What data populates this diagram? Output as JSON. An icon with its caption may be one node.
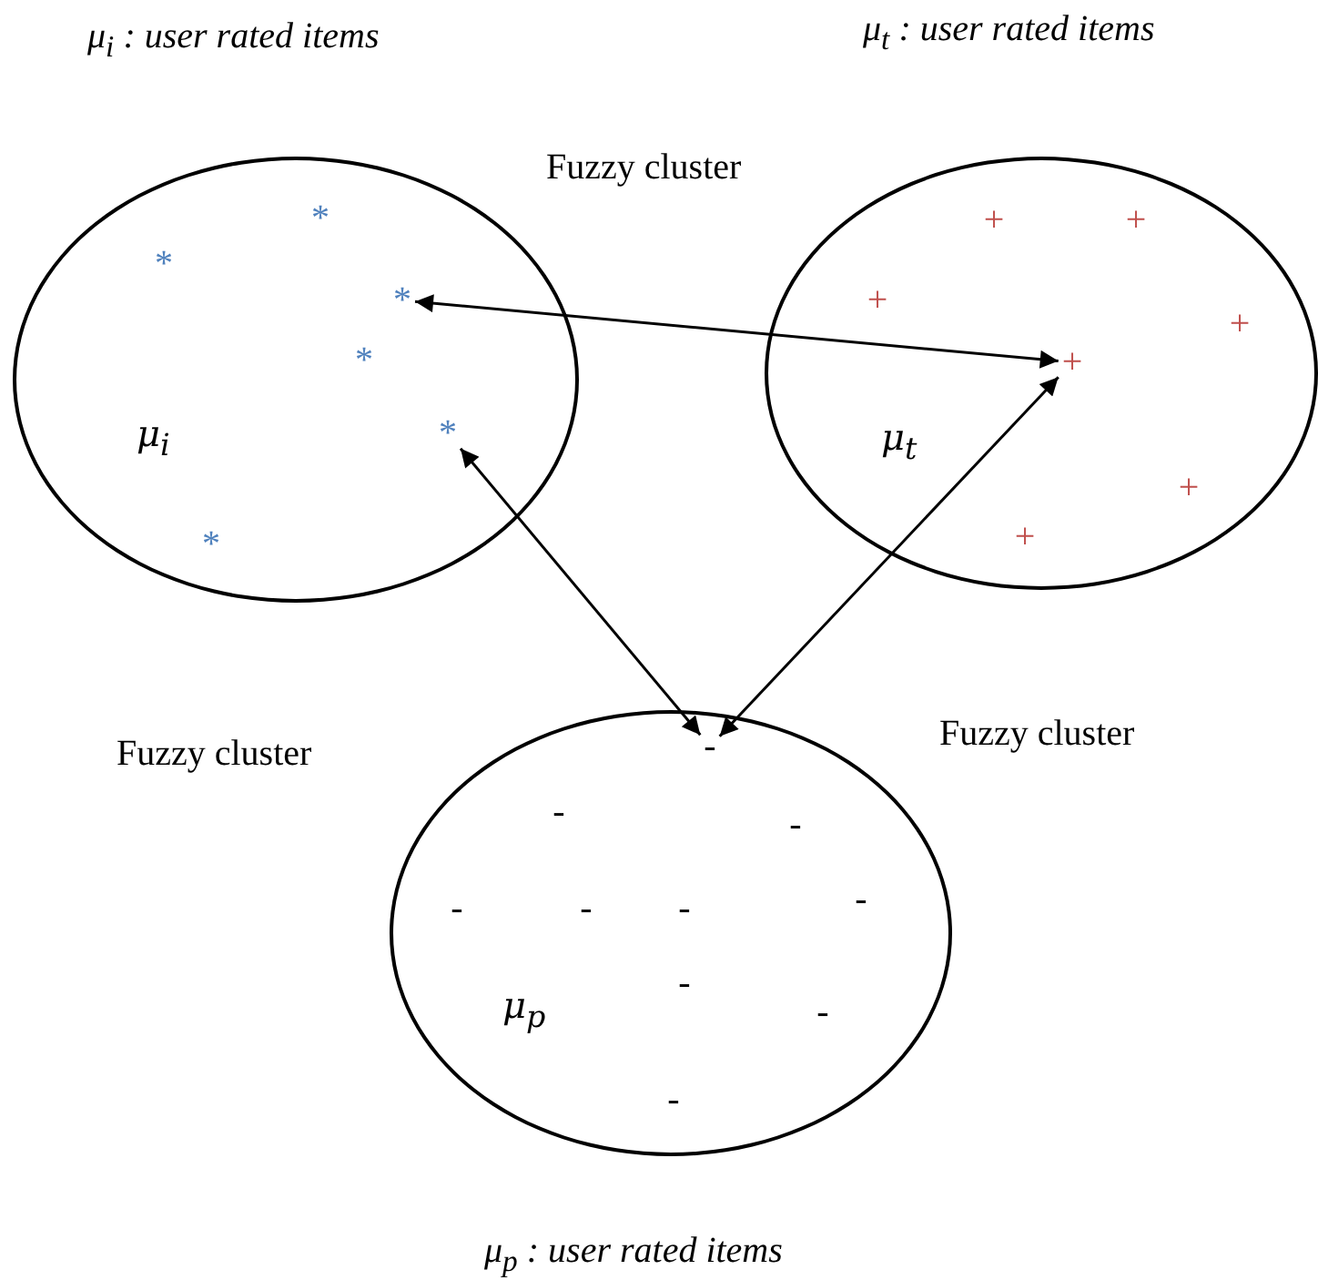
{
  "diagram": {
    "nodes": [
      {
        "text": [
          "μ$_{i}$"
        ]
      },
      {
        "text": [
          "*"
        ],
        "in": 0
      },
      {
        "text": [
          "*"
        ],
        "in": 0
      },
      {
        "text": [
          "*"
        ],
        "in": 0
      },
      {
        "text": [
          "*"
        ],
        "in": 0
      },
      {
        "text": [
          "*"
        ],
        "in": 0
      },
      {
        "text": [
          "*"
        ],
        "in": 0
      },
      {
        "text": [
          "μ$_{t}$"
        ]
      },
      {
        "text": [
          "+"
        ],
        "in": 7
      },
      {
        "text": [
          "+"
        ],
        "in": 7
      },
      {
        "text": [
          "+"
        ],
        "in": 7
      },
      {
        "text": [
          "+"
        ],
        "in": 7
      },
      {
        "text": [
          "+"
        ],
        "in": 7
      },
      {
        "text": [
          "+"
        ],
        "in": 7
      },
      {
        "text": [
          "+"
        ],
        "in": 7
      },
      {
        "text": [
          "μ$_{p}$"
        ]
      },
      {
        "text": [
          "-"
        ],
        "in": 15
      },
      {
        "text": [
          "-"
        ],
        "in": 15
      },
      {
        "text": [
          "-"
        ],
        "in": 15
      },
      {
        "text": [
          "-"
        ],
        "in": 15
      },
      {
        "text": [
          "-"
        ],
        "in": 15
      },
      {
        "text": [
          "-"
        ],
        "in": 15
      },
      {
        "text": [
          "-"
        ],
        "in": 15
      },
      {
        "text": [
          "-"
        ],
        "in": 15
      },
      {
        "text": [
          "-"
        ],
        "in": 15
      },
      {
        "text": [
          "-"
        ],
        "in": 15
      }
    ],
    "edges": [
      {
        "from": 3,
        "to": 12,
        "arrow": "both"
      },
      {
        "from": 5,
        "to": 16,
        "arrow": "both"
      },
      {
        "from": 12,
        "to": 16,
        "arrow": "both"
      }
    ],
    "labels": [
      "μ$_{i}$ : user rated items",
      "μ$_{t}$ : user rated items",
      "Fuzzy cluster",
      "Fuzzy cluster",
      "Fuzzy cluster",
      "μ$_{p}$ : user rated items"
    ]
  }
}
